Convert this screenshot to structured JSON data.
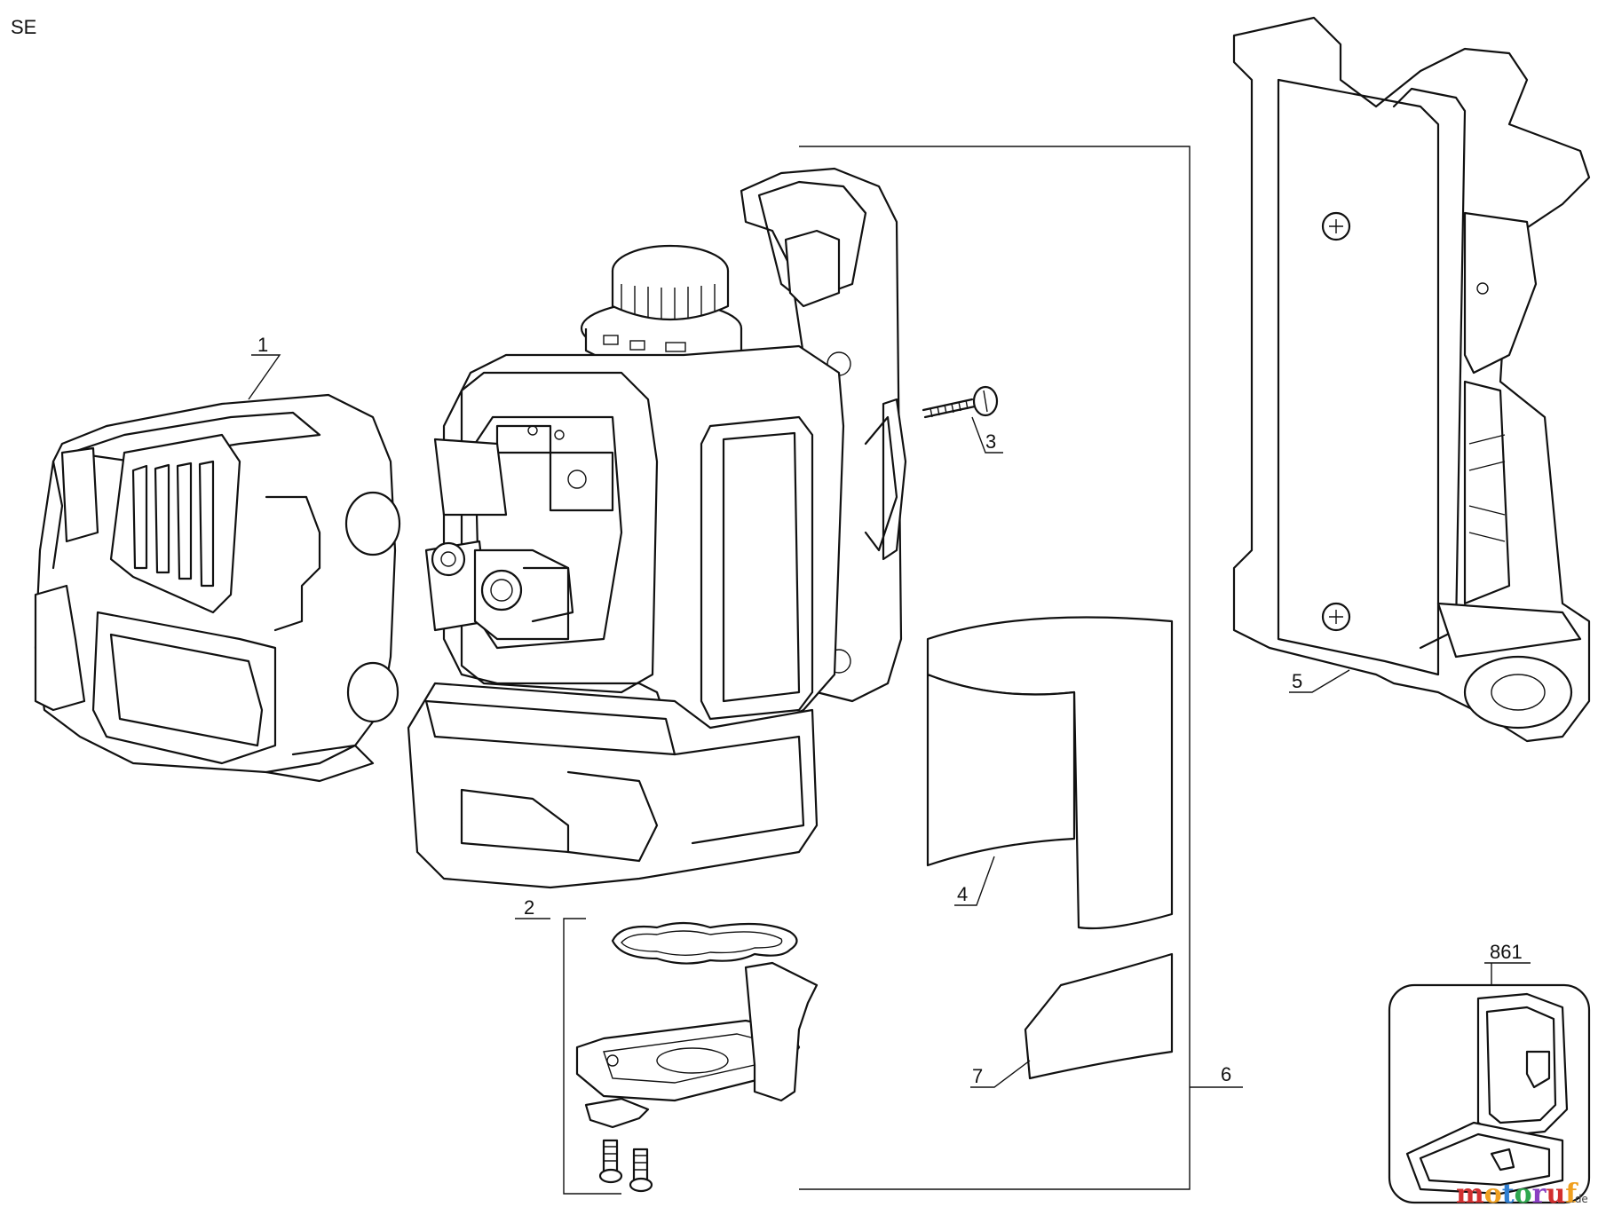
{
  "view_label": "SE",
  "callouts": {
    "c1": "1",
    "c2": "2",
    "c3": "3",
    "c4": "4",
    "c5": "5",
    "c6": "6",
    "c7": "7",
    "c861": "861"
  },
  "watermark": {
    "brand": "motoruf",
    "suffix": ".de",
    "colors": [
      "#d22f2f",
      "#f0a020",
      "#2f7fd2",
      "#2fa84f",
      "#8a3fc2",
      "#d22f2f",
      "#f0a020"
    ]
  }
}
